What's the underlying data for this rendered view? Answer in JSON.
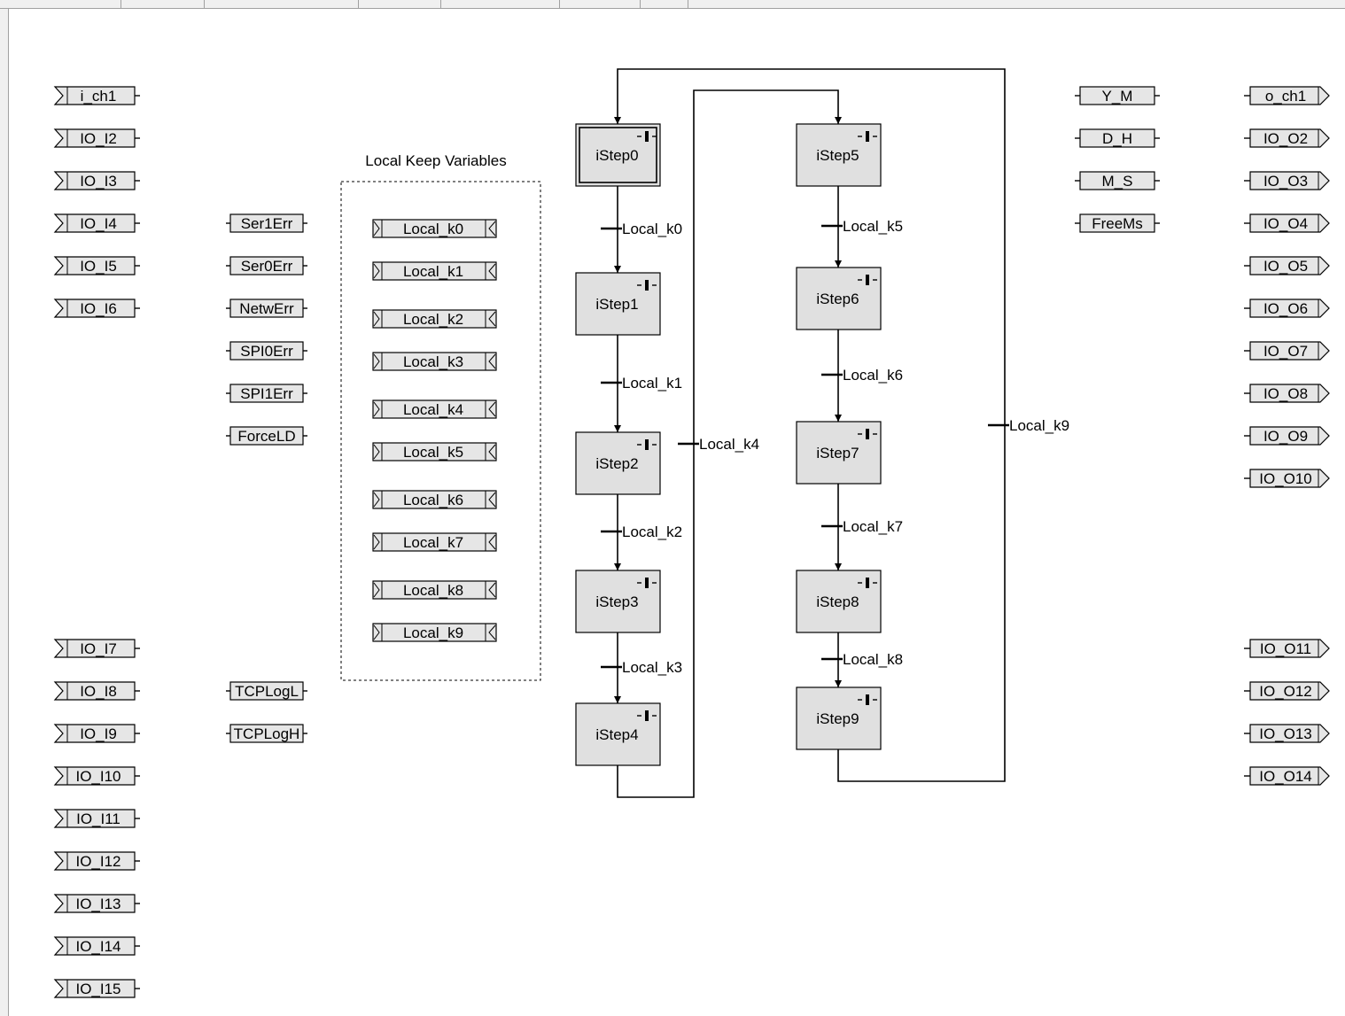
{
  "title": "Local Keep Variables",
  "inputs_left": [
    "i_ch1",
    "IO_I2",
    "IO_I3",
    "IO_I4",
    "IO_I5",
    "IO_I6",
    "IO_I7",
    "IO_I8",
    "IO_I9",
    "IO_I10",
    "IO_I11",
    "IO_I12",
    "IO_I13",
    "IO_I14",
    "IO_I15"
  ],
  "system_vars": [
    "Ser1Err",
    "Ser0Err",
    "NetwErr",
    "SPI0Err",
    "SPI1Err",
    "ForceLD",
    "TCPLogL",
    "TCPLogH"
  ],
  "keep_vars": [
    "Local_k0",
    "Local_k1",
    "Local_k2",
    "Local_k3",
    "Local_k4",
    "Local_k5",
    "Local_k6",
    "Local_k7",
    "Local_k8",
    "Local_k9"
  ],
  "time_vars": [
    "Y_M",
    "D_H",
    "M_S",
    "FreeMs"
  ],
  "outputs_right": [
    "o_ch1",
    "IO_O2",
    "IO_O3",
    "IO_O4",
    "IO_O5",
    "IO_O6",
    "IO_O7",
    "IO_O8",
    "IO_O9",
    "IO_O10",
    "IO_O11",
    "IO_O12",
    "IO_O13",
    "IO_O14"
  ],
  "steps": [
    "iStep0",
    "iStep1",
    "iStep2",
    "iStep3",
    "iStep4",
    "iStep5",
    "iStep6",
    "iStep7",
    "iStep8",
    "iStep9"
  ],
  "transitions": [
    "Local_k0",
    "Local_k1",
    "Local_k2",
    "Local_k3",
    "Local_k4",
    "Local_k5",
    "Local_k6",
    "Local_k7",
    "Local_k8",
    "Local_k9"
  ],
  "colors": {
    "step_fill": "#e0e0e0",
    "tag_fill": "#e6e6e6",
    "line": "#000000",
    "background": "#ffffff"
  }
}
